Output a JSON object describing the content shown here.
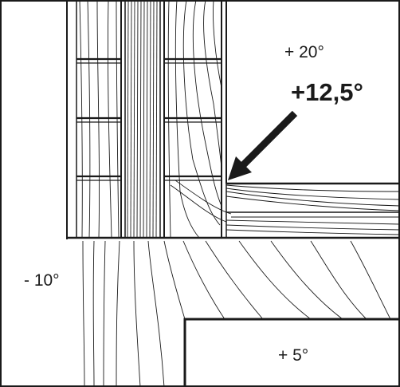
{
  "labels": {
    "room_temp": "+ 20°",
    "surface_temp": "+12,5°",
    "outside_temp": "- 10°",
    "lower_room_temp": "+ 5°"
  }
}
